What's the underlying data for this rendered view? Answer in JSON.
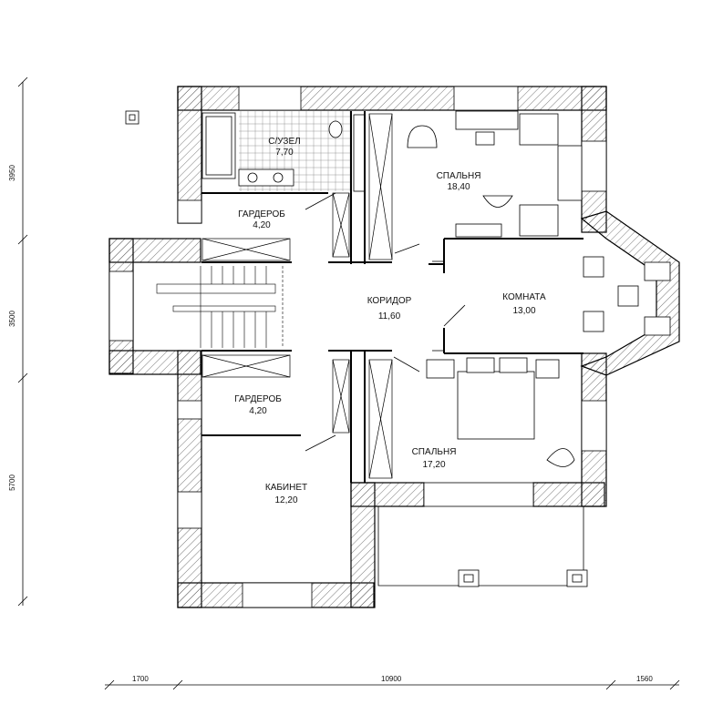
{
  "rooms": {
    "bathroom": {
      "name": "С/УЗЕЛ",
      "area": "7,70"
    },
    "bedroom1": {
      "name": "СПАЛЬНЯ",
      "area": "18,40"
    },
    "wardrobe1": {
      "name": "ГАРДЕРОБ",
      "area": "4,20"
    },
    "corridor": {
      "name": "КОРИДОР",
      "area": "11,60"
    },
    "room": {
      "name": "КОМНАТА",
      "area": "13,00"
    },
    "wardrobe2": {
      "name": "ГАРДЕРОБ",
      "area": "4,20"
    },
    "bedroom2": {
      "name": "СПАЛЬНЯ",
      "area": "17,20"
    },
    "office": {
      "name": "КАБИНЕТ",
      "area": "12,20"
    }
  },
  "dimensions": {
    "vertical": [
      "3950",
      "3500",
      "5700"
    ],
    "horizontal": [
      "1700",
      "10900",
      "1560"
    ]
  }
}
